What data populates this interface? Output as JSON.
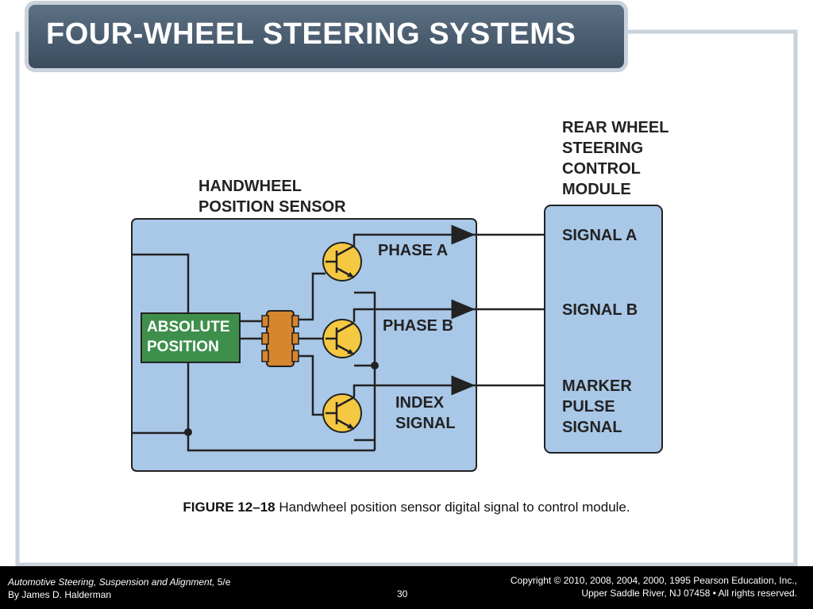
{
  "slide": {
    "title": "FOUR-WHEEL STEERING SYSTEMS"
  },
  "diagram": {
    "rear_module_label": "REAR WHEEL\nSTEERING\nCONTROL\nMODULE",
    "sensor_label": "HANDWHEEL\nPOSITION SENSOR",
    "absolute_label": "ABSOLUTE\nPOSITION",
    "phase_a": "PHASE A",
    "phase_b": "PHASE B",
    "index_signal": "INDEX\nSIGNAL",
    "signal_a": "SIGNAL A",
    "signal_b": "SIGNAL B",
    "marker": "MARKER\nPULSE\nSIGNAL",
    "colors": {
      "sensor_box": "#a9c8e8",
      "module_box": "#a9c8e8",
      "absolute_box": "#3f8f4c",
      "transistor": "#f5c842",
      "coupler": "#d6862c"
    }
  },
  "caption": {
    "figure": "FIGURE 12–18",
    "text": " Handwheel position sensor digital signal to control module."
  },
  "footer": {
    "book": "Automotive Steering, Suspension and Alignment,",
    "edition": " 5/e",
    "author": "By James D. Halderman",
    "page": "30",
    "copyright": "Copyright © 2010, 2008, 2004, 2000, 1995 Pearson Education, Inc.,",
    "address": "Upper Saddle River, NJ 07458 • All rights reserved."
  }
}
